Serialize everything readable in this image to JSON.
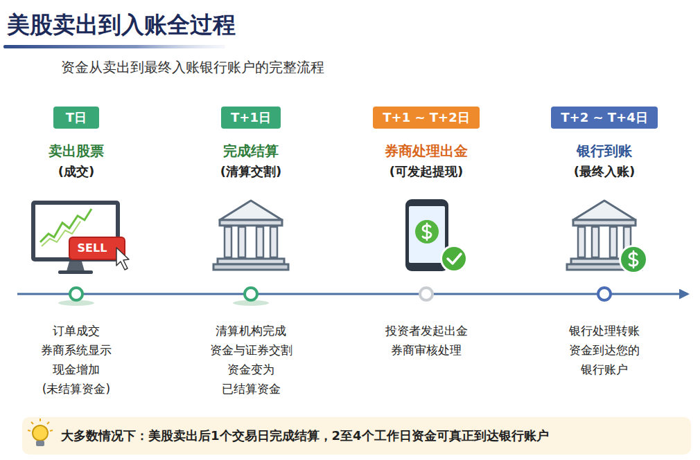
{
  "diagram": {
    "title": "美股卖出到入账全过程",
    "nodes": [
      {
        "text": [
          "T日"
        ]
      },
      {
        "text": [
          "T+1日"
        ]
      },
      {
        "text": [
          "T+1 ~ T+2日"
        ]
      },
      {
        "text": [
          "T+2 ~ T+4日"
        ]
      },
      {
        "text": [
          "大多数情况下：美股卖出后1个交易日完成结算，2至4个工作日资金可真正到达银行账户"
        ]
      }
    ],
    "labels": [
      "资金从卖出到最终入账银行账户的完整流程",
      "卖出股票",
      "(成交)",
      "完成结算",
      "(清算交割)",
      "券商处理出金",
      "(可发起提现)",
      "银行到账",
      "(最终入账)",
      "SELL",
      "订单成交 券商系统显示 现金增加 (未结算资金)",
      "清算机构完成 资金与证券交割 资金变为 已结算资金",
      "投资者发起出金 券商审核处理",
      "银行处理转账 资金到达您的 银行账户"
    ]
  }
}
